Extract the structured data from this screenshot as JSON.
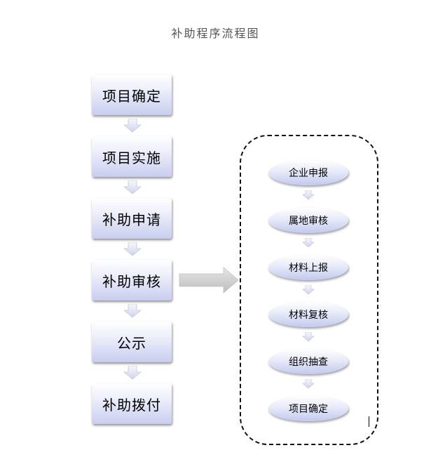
{
  "title": "补助程序流程图",
  "main_flow": [
    {
      "label": "项目确定"
    },
    {
      "label": "项目实施"
    },
    {
      "label": "补助申请"
    },
    {
      "label": "补助审核"
    },
    {
      "label": "公示"
    },
    {
      "label": "补助拨付"
    }
  ],
  "review_flow": [
    {
      "label": "企业申报"
    },
    {
      "label": "属地审核"
    },
    {
      "label": "材料上报"
    },
    {
      "label": "材料复核"
    },
    {
      "label": "组织抽查"
    },
    {
      "label": "项目确定"
    }
  ],
  "colors": {
    "box_top": "#ffffff",
    "box_bottom": "#c9ceef",
    "arrow_fill": "#d6d6d6",
    "frame_border": "#111111"
  }
}
